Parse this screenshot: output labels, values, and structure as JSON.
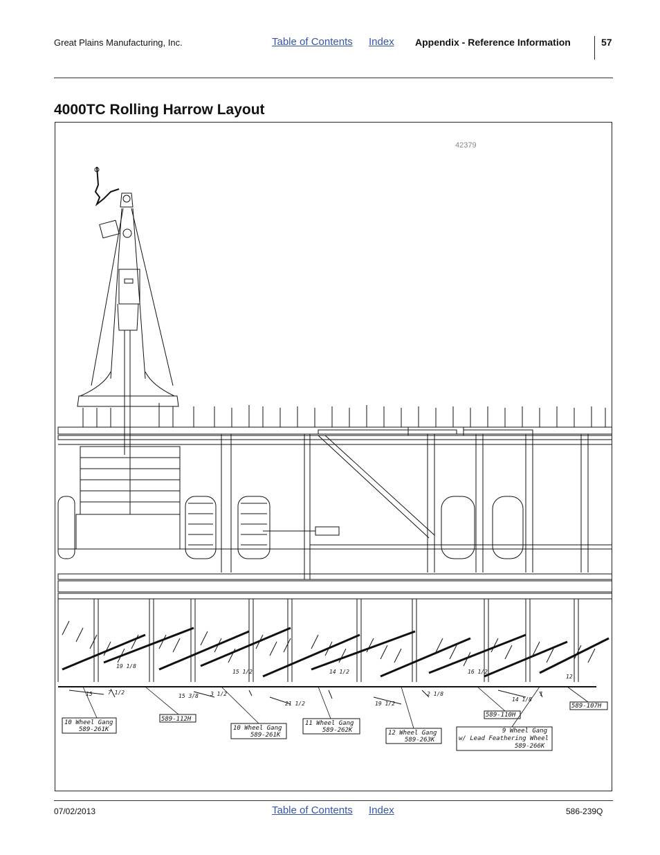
{
  "header": {
    "company": "Great Plains Manufacturing, Inc.",
    "toc_link": "Table of Contents",
    "index_link": "Index",
    "section": "Appendix - Reference Information",
    "page_number": "57"
  },
  "title": "4000TC Rolling Harrow Layout",
  "figure": {
    "figure_number": "42379",
    "callouts": [
      {
        "line1": "10 Wheel Gang",
        "line2": "589-261K"
      },
      {
        "line1": "589-112H",
        "line2": ""
      },
      {
        "line1": "10 Wheel Gang",
        "line2": "589-261K"
      },
      {
        "line1": "11 Wheel Gang",
        "line2": "589-262K"
      },
      {
        "line1": "12 Wheel Gang",
        "line2": "589-263K"
      },
      {
        "line1": "589-110H",
        "line2": ""
      },
      {
        "line1": "9 Wheel Gang",
        "line2": "w/ Lead Feathering Wheel",
        "line3": "589-266K"
      },
      {
        "line1": "589-107H",
        "line2": ""
      }
    ],
    "dimensions": [
      "15",
      "7 1/2",
      "19 1/8",
      "15 3/8",
      "15 1/2",
      "3 1/2",
      "21 1/2",
      "14 1/2",
      "19 1/2",
      "2 1/8",
      "16 1/2",
      "14 1/8",
      "1",
      "12"
    ]
  },
  "footer": {
    "date": "07/02/2013",
    "toc_link": "Table of Contents",
    "index_link": "Index",
    "doc_number": "586-239Q"
  }
}
